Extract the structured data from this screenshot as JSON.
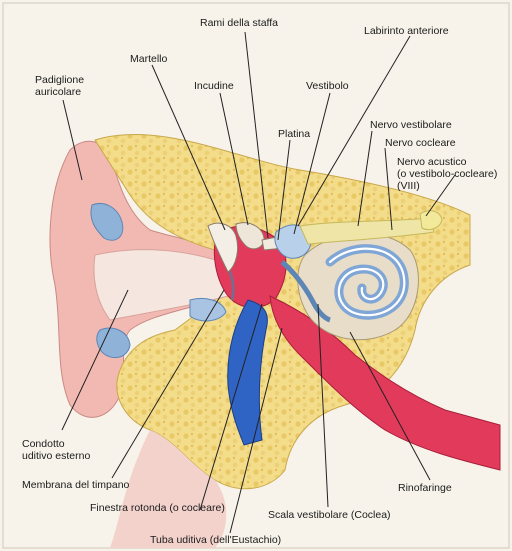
{
  "labels": {
    "padiglione_auricolare": "Padiglione\nauricolare",
    "martello": "Martello",
    "rami_della_staffa": "Rami della staffa",
    "incudine": "Incudine",
    "vestibolo": "Vestibolo",
    "labirinto_anteriore": "Labirinto anteriore",
    "platina": "Platina",
    "nervo_vestibolare": "Nervo vestibolare",
    "nervo_cocleare": "Nervo cocleare",
    "nervo_acustico": "Nervo acustico\n(o vestibolo-cocleare)\n(VIII)",
    "condotto_uditivo_esterno": "Condotto\nuditivo esterno",
    "membrana_del_timpano": "Membrana del timpano",
    "finestra_rotonda": "Finestra rotonda (o cocleare)",
    "tuba_uditiva": "Tuba uditiva (dell'Eustachio)",
    "scala_vestibolare": "Scala vestibolare (Coclea)",
    "rinofaringe": "Rinofaringe"
  },
  "colors": {
    "background": "#f7f3ea",
    "skin": "#f2b8b2",
    "bone": "#f3dc8a",
    "bone_texture": "#e6c25c",
    "cartilage_blue": "#8fb3d8",
    "mucosa": "#e23a5a",
    "deep_blue": "#2f63c4",
    "cochlea_blue": "#7fa6d6",
    "nerve": "#efe5a6",
    "leader": "#222222"
  }
}
